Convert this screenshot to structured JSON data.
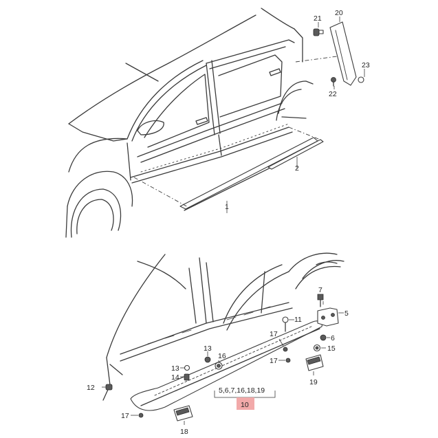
{
  "highlight_color": "#f2a9a9",
  "callouts": {
    "c1": "1",
    "c2": "2",
    "c5": "5",
    "c6": "6",
    "c7": "7",
    "c10": "10",
    "c11": "11",
    "c12": "12",
    "c13a": "13",
    "c13b": "13",
    "c14": "14",
    "c15": "15",
    "c16": "16",
    "c17a": "17",
    "c17b": "17",
    "c17c": "17",
    "c18": "18",
    "c19": "19",
    "c20": "20",
    "c21": "21",
    "c22": "22",
    "c23": "23",
    "group": "5,6,7,16,18,19"
  }
}
